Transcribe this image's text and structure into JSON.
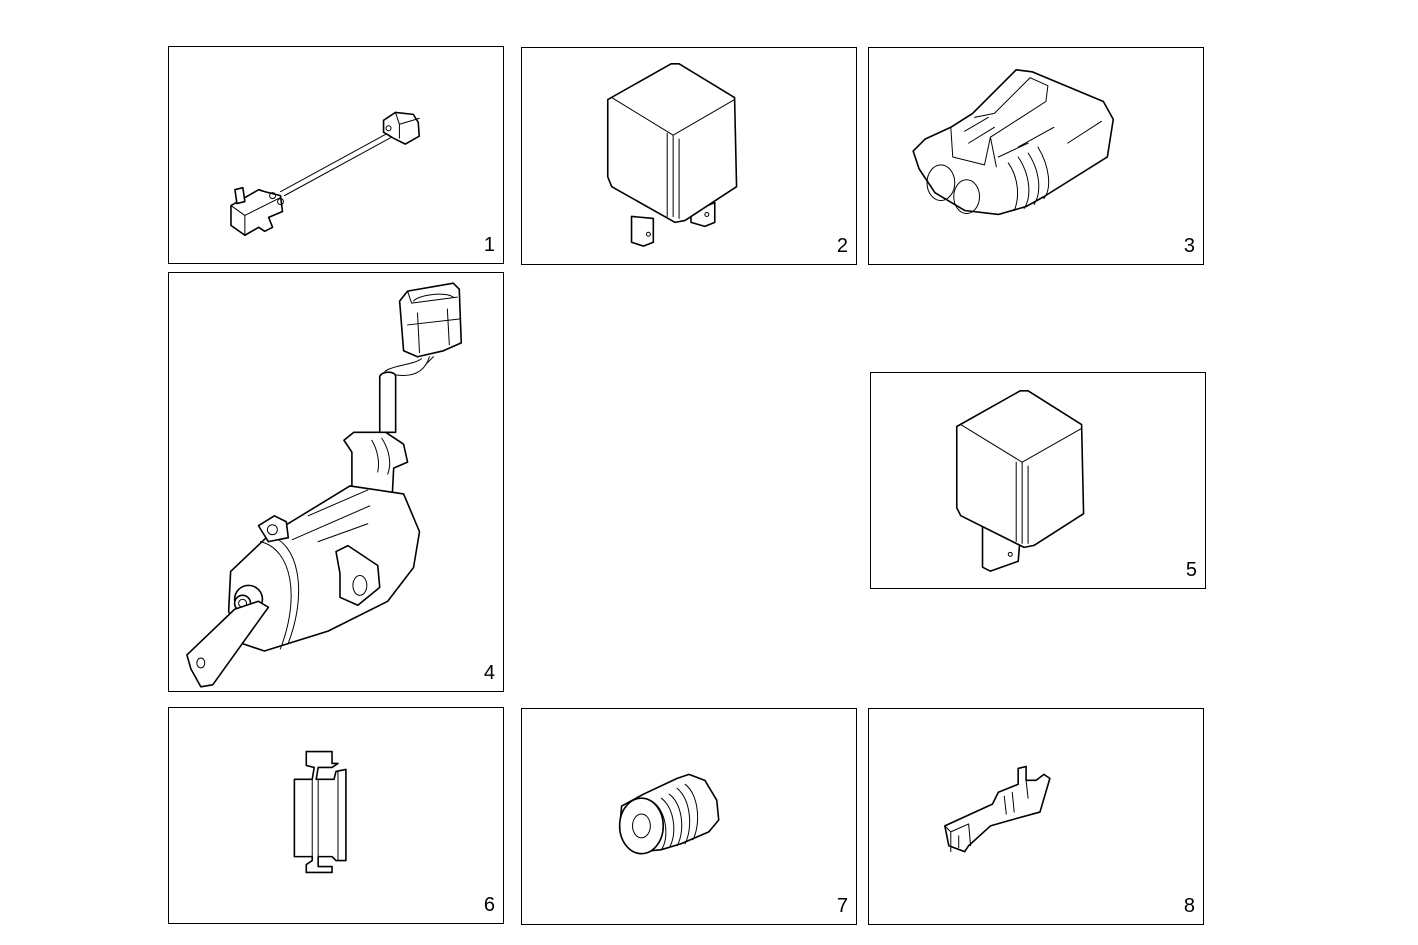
{
  "diagram": {
    "type": "parts-catalog-grid",
    "background": "#ffffff",
    "line_color": "#000000",
    "panels": [
      {
        "id": 1,
        "number": "1",
        "part": "switch-with-cable"
      },
      {
        "id": 2,
        "number": "2",
        "part": "relay-two-terminal"
      },
      {
        "id": 3,
        "number": "3",
        "part": "two-way-connector-housing"
      },
      {
        "id": 4,
        "number": "4",
        "part": "solenoid-actuator-with-connector"
      },
      {
        "id": 5,
        "number": "5",
        "part": "relay-single-terminal"
      },
      {
        "id": 6,
        "number": "6",
        "part": "locking-clip"
      },
      {
        "id": 7,
        "number": "7",
        "part": "cable-seal"
      },
      {
        "id": 8,
        "number": "8",
        "part": "crimp-terminal"
      }
    ]
  }
}
